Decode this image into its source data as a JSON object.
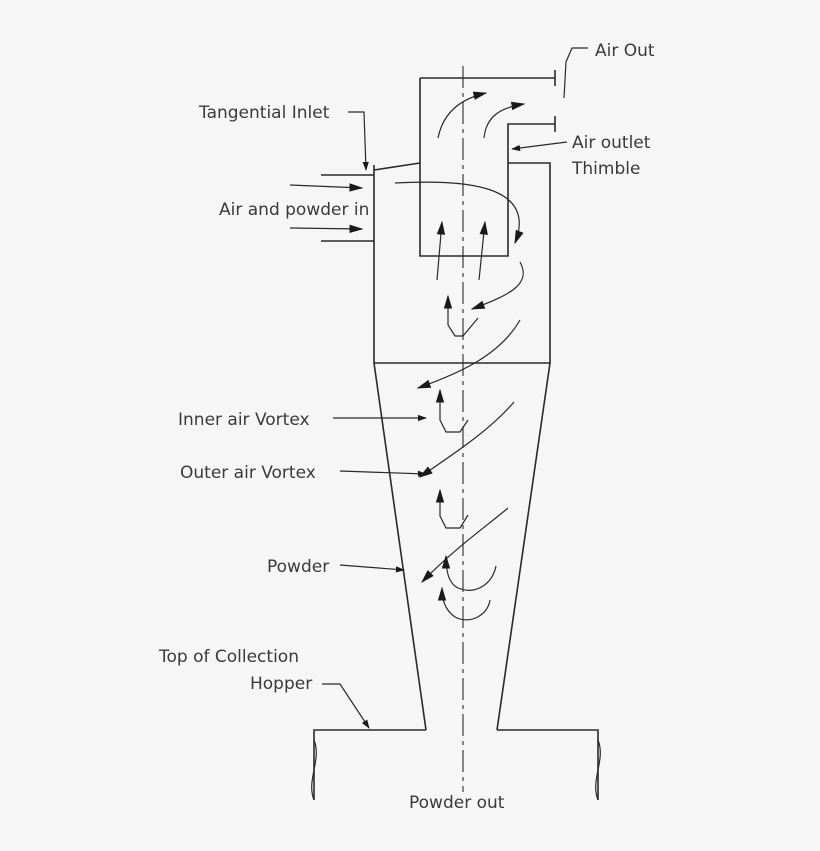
{
  "labels": {
    "air_out": "Air Out",
    "tangential_inlet": "Tangential Inlet",
    "air_outlet": "Air outlet",
    "thimble": "Thimble",
    "air_powder_in": "Air and powder in",
    "inner_vortex": "Inner air Vortex",
    "outer_vortex": "Outer air Vortex",
    "powder": "Powder",
    "top_collection": "Top of Collection",
    "hopper": "Hopper",
    "powder_out": "Powder out"
  },
  "colors": {
    "background": "#f6f6f6",
    "ink": "#2a2a2a",
    "text": "#3a3a3a"
  }
}
